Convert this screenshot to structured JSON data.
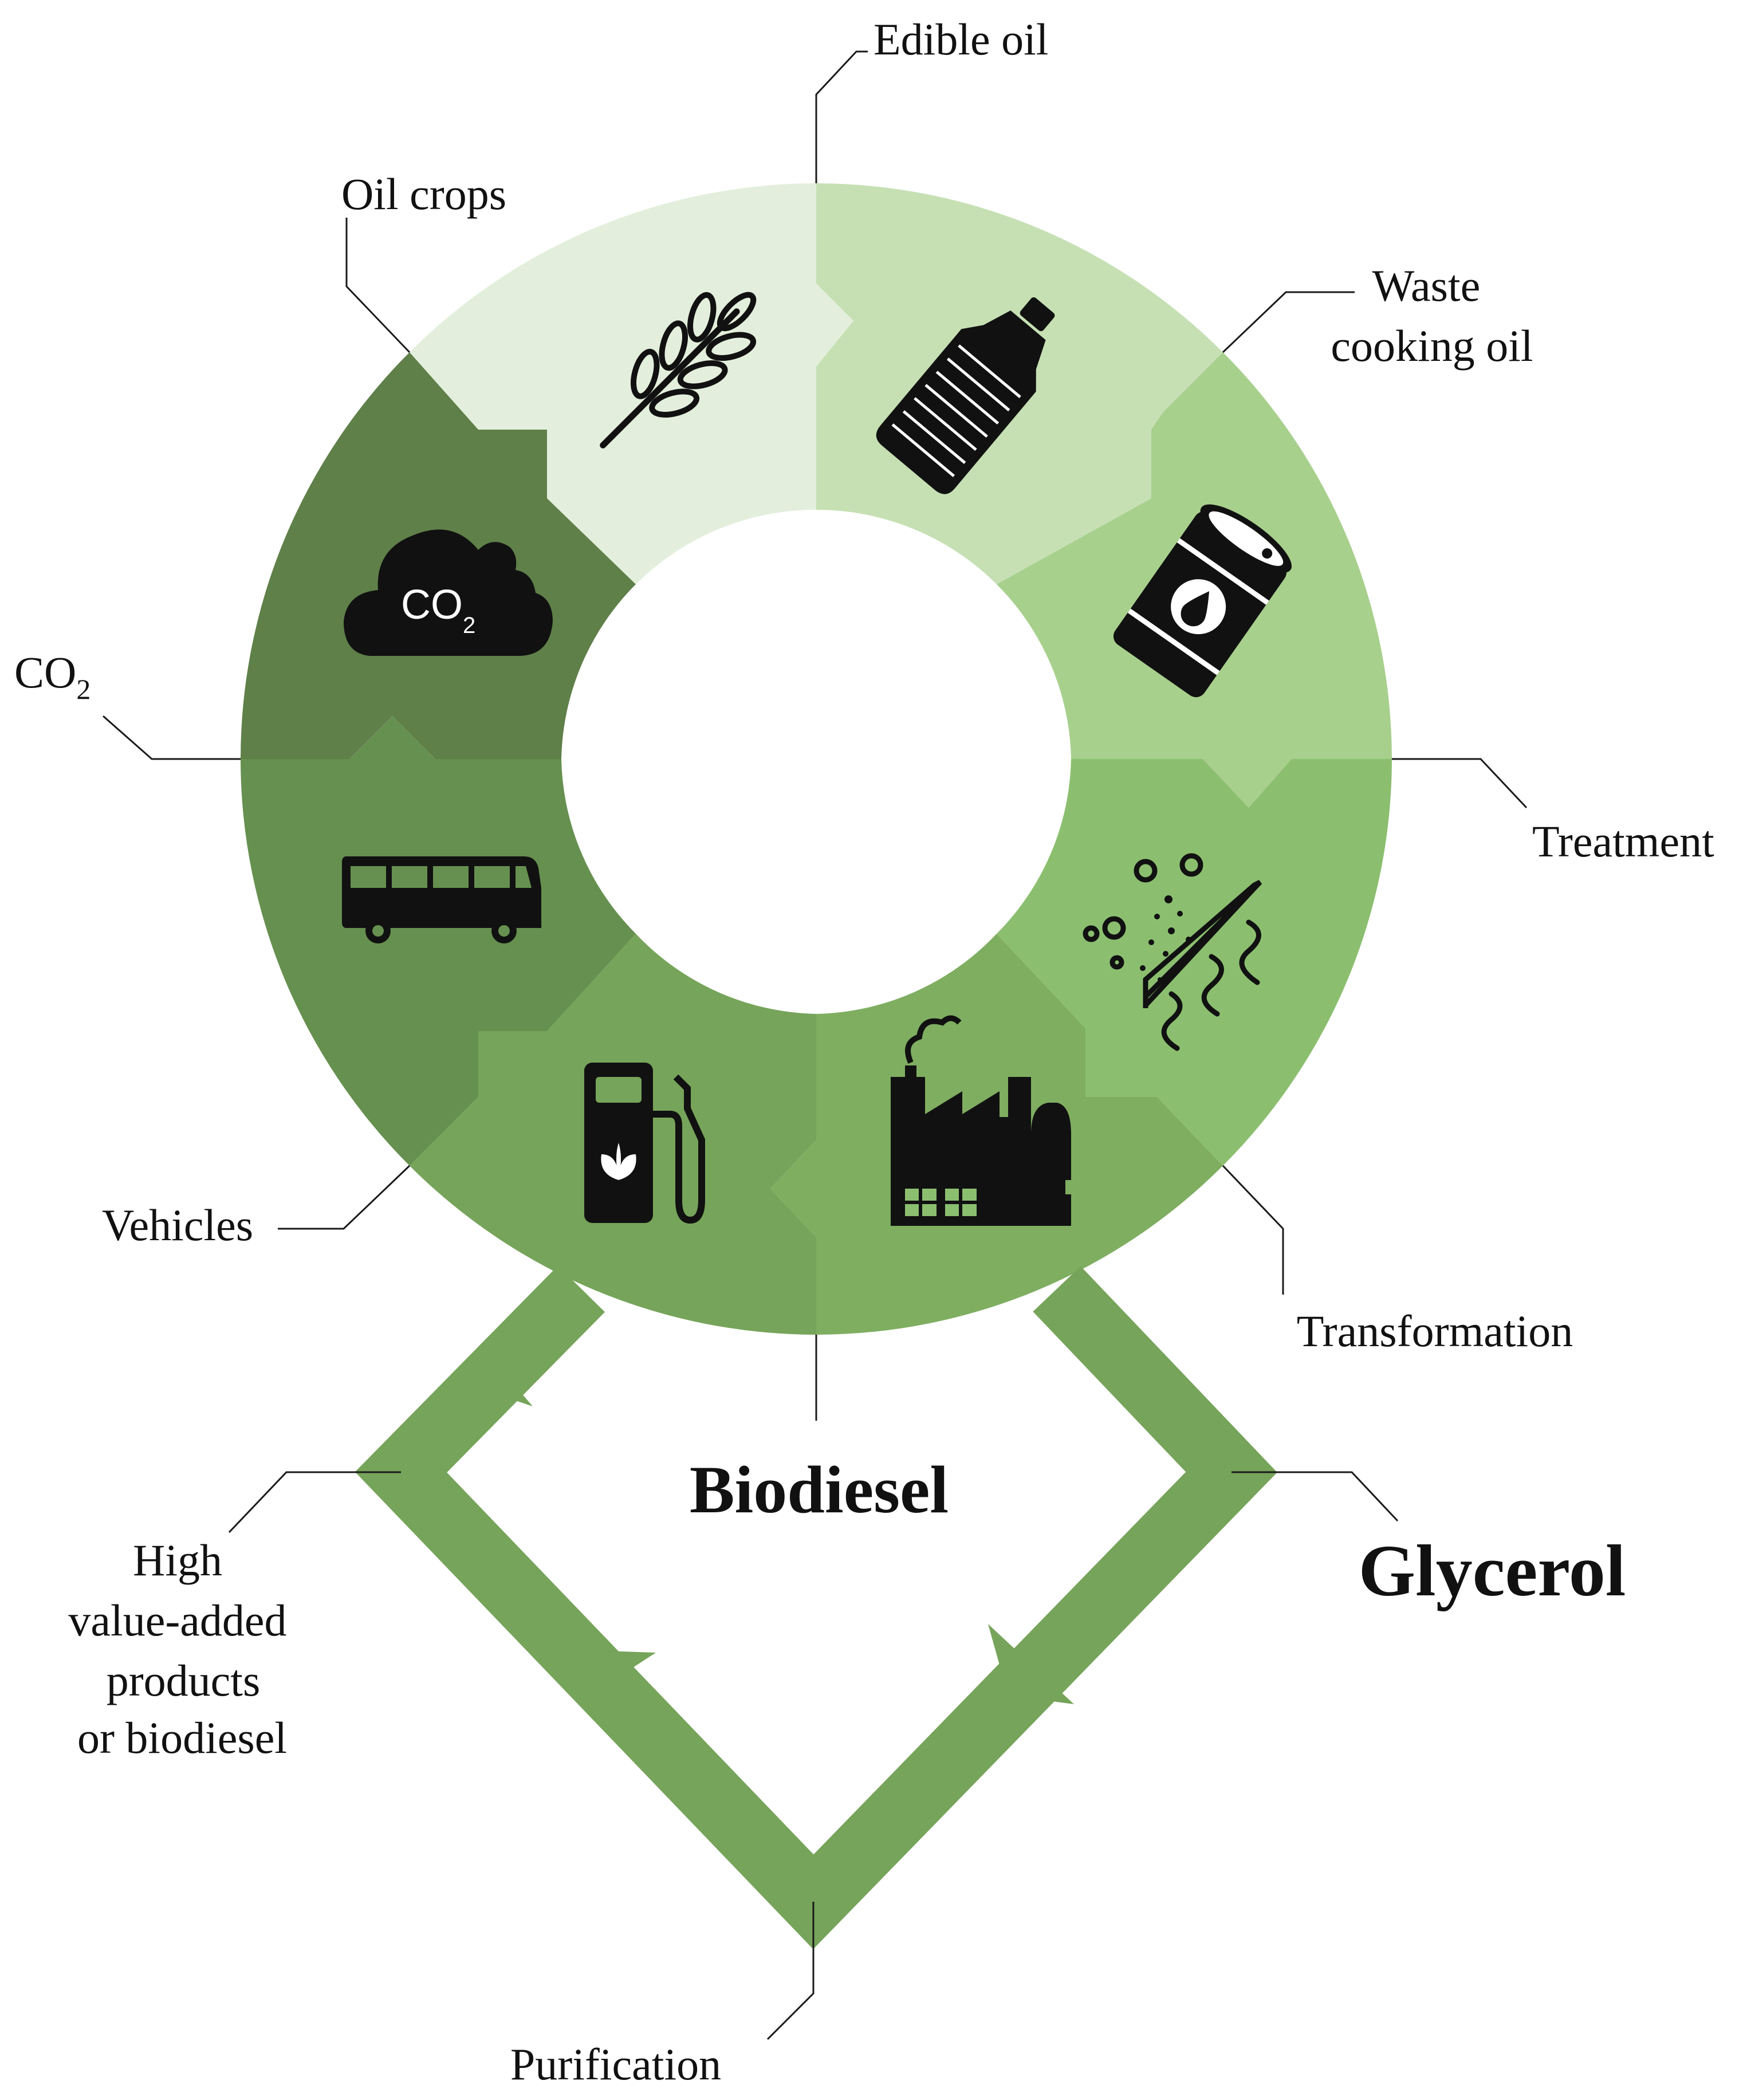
{
  "labels": {
    "edible_oil": "Edible oil",
    "oil_crops": "Oil crops",
    "waste_1": "Waste",
    "waste_2": "cooking oil",
    "co2_main": "CO",
    "co2_sub": "2",
    "treatment": "Treatment",
    "vehicles": "Vehicles",
    "transformation": "Transformation",
    "biodiesel": "Biodiesel",
    "glycerol": "Glycerol",
    "high_1": "High",
    "high_2": "value-added",
    "high_3": "products",
    "high_4": "or biodiesel",
    "purification": "Purification",
    "cloud_main": "CO",
    "cloud_sub": "2"
  },
  "colors": {
    "oil_crops": "#e3efdc",
    "edible_oil": "#c6e0b4",
    "waste_cooking_oil": "#a8d08d",
    "treatment": "#8bbf6f",
    "transformation": "#7fae61",
    "biodiesel": "#76a45a",
    "vehicles": "#66904f",
    "co2": "#5f8049",
    "loop": "#76a45a",
    "icon": "#111111"
  },
  "icons": [
    "wheat-icon",
    "oil-bottle-icon",
    "oil-barrel-icon",
    "filter-icon",
    "factory-icon",
    "fuel-pump-icon",
    "bus-icon",
    "co2-cloud-icon"
  ]
}
